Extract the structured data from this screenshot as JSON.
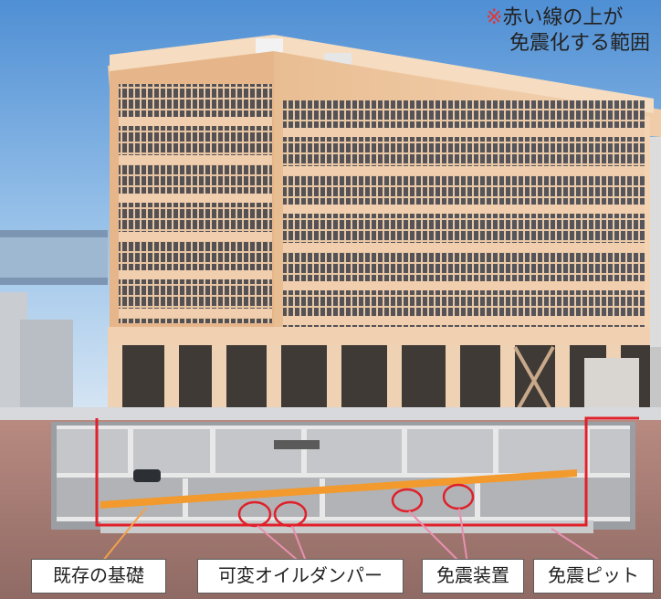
{
  "note": {
    "mark": "※",
    "line1": "赤い線の上が",
    "line2": "免震化する範囲"
  },
  "labels": {
    "foundation": "既存の基礎",
    "damper": "可変オイルダンパー",
    "isolator": "免震装置",
    "pit": "免震ピット"
  },
  "colors": {
    "isolation_boundary": "#e0202a",
    "isolation_layer": "#f29a2e",
    "leader_orange": "#f4a24a",
    "leader_pink": "#e890b0"
  }
}
